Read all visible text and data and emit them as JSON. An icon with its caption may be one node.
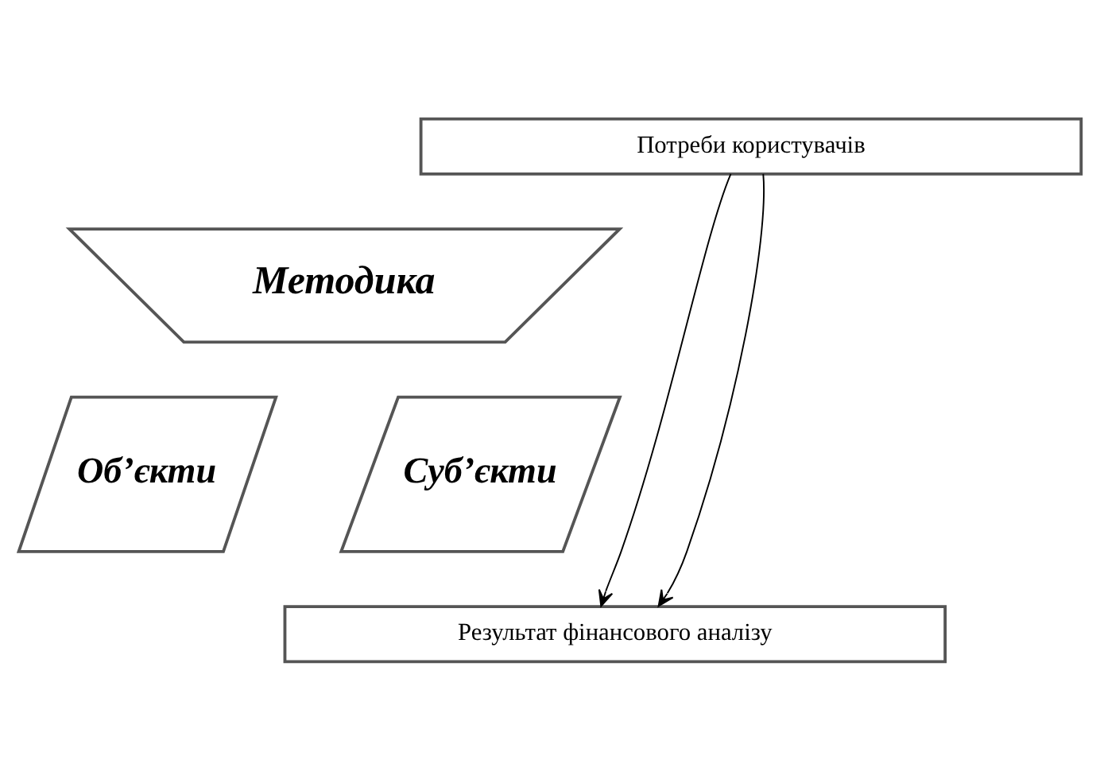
{
  "diagram": {
    "nodes": [
      {
        "text": [
          "Потреби користувачів"
        ]
      },
      {
        "text": [
          "Методика"
        ]
      },
      {
        "text": [
          "Об’єкти"
        ]
      },
      {
        "text": [
          "Суб’єкти"
        ]
      },
      {
        "text": [
          "Результат фінансового аналізу"
        ]
      }
    ],
    "edges": [
      {
        "from": 0,
        "to": 4,
        "arrow": "to"
      },
      {
        "from": 0,
        "to": 4,
        "arrow": "to"
      }
    ]
  }
}
